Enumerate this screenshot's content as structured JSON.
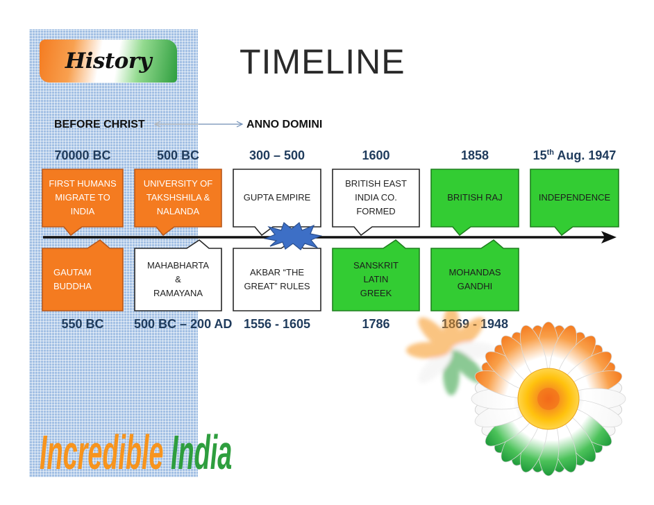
{
  "logo": {
    "text": "History"
  },
  "title": "TIMELINE",
  "era": {
    "before": "BEFORE CHRIST",
    "after": "ANNO DOMINI"
  },
  "top_events": [
    {
      "date": "70000 BC",
      "lines": [
        "FIRST HUMANS",
        "MIGRATE TO",
        "INDIA"
      ],
      "fill": "#F47B20"
    },
    {
      "date": "500 BC",
      "lines": [
        "UNIVERSITY OF",
        "TAKSHSHILA &",
        "NALANDA"
      ],
      "fill": "#F47B20"
    },
    {
      "date": "300 – 500",
      "lines": [
        "GUPTA EMPIRE"
      ],
      "fill": "#FFFFFF"
    },
    {
      "date": "1600",
      "lines": [
        "BRITISH EAST",
        "INDIA CO.",
        "FORMED"
      ],
      "fill": "#FFFFFF"
    },
    {
      "date": "1858",
      "lines": [
        "BRITISH RAJ"
      ],
      "fill": "#33CC33"
    },
    {
      "date": "15",
      "date_sup": "th",
      "date_tail": " Aug. 1947",
      "lines": [
        "INDEPENDENCE"
      ],
      "fill": "#33CC33"
    }
  ],
  "bottom_events": [
    {
      "date": "550 BC",
      "lines": [
        "GAUTAM",
        "BUDDHA"
      ],
      "fill": "#F47B20"
    },
    {
      "date": "500 BC – 200 AD",
      "lines": [
        "MAHABHARTA",
        "&",
        "RAMAYANA"
      ],
      "fill": "#FFFFFF"
    },
    {
      "date": "1556 - 1605",
      "lines": [
        "AKBAR “THE",
        "GREAT” RULES"
      ],
      "fill": "#FFFFFF"
    },
    {
      "date": "1786",
      "lines": [
        "SANSKRIT",
        "LATIN",
        "GREEK"
      ],
      "fill": "#33CC33"
    },
    {
      "date": "1869 - 1948",
      "lines": [
        "MOHANDAS",
        "GANDHI"
      ],
      "fill": "#33CC33"
    }
  ],
  "footer_logo": {
    "word1": "Incredible",
    "word2": "India"
  },
  "colors": {
    "orange": "#F47B20",
    "green": "#33CC33",
    "white": "#FFFFFF",
    "panel": "#A3C0E4",
    "date_text": "#1F3B5C",
    "starburst": "#3D6FC6",
    "timeline": "#111111"
  }
}
